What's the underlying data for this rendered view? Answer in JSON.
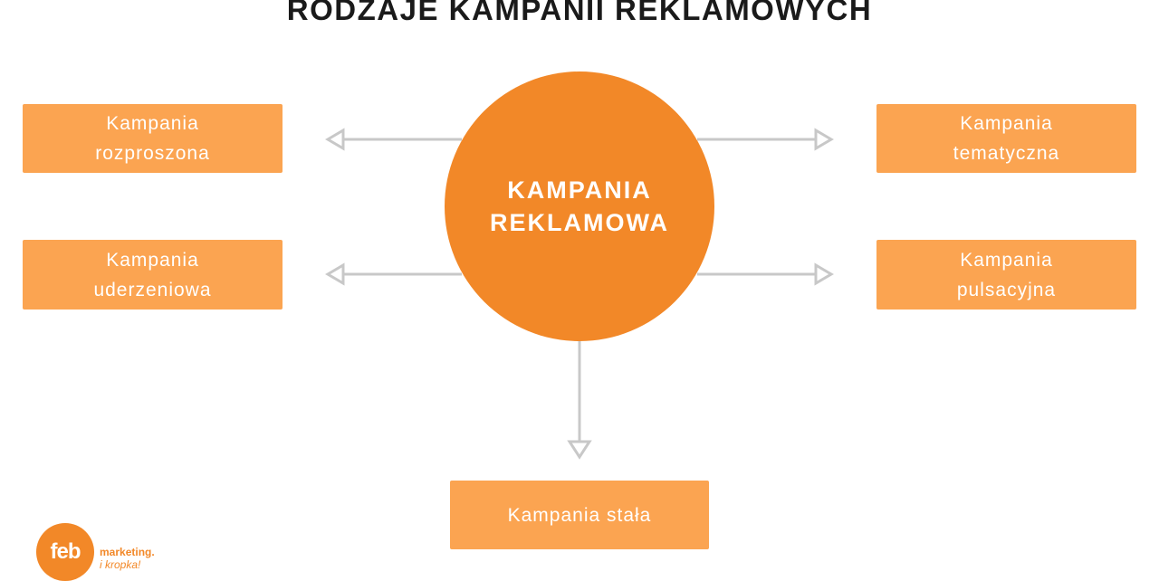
{
  "title": "RODZAJE KAMPANII REKLAMOWYCH",
  "center": {
    "label": "KAMPANIA\nREKLAMOWA"
  },
  "boxes": {
    "top_left": "Kampania\nrozproszona",
    "mid_left": "Kampania\nuderzeniowa",
    "top_right": "Kampania\ntematyczna",
    "mid_right": "Kampania\npulsacyjna",
    "bottom": "Kampania stała"
  },
  "logo": {
    "mark": "feb",
    "line1": "marketing.",
    "line2": "i kropka!"
  },
  "colors": {
    "box": "#FBA451",
    "circle": "#F28828",
    "arrow": "#C8C8C8",
    "title": "#1A1A1A"
  }
}
